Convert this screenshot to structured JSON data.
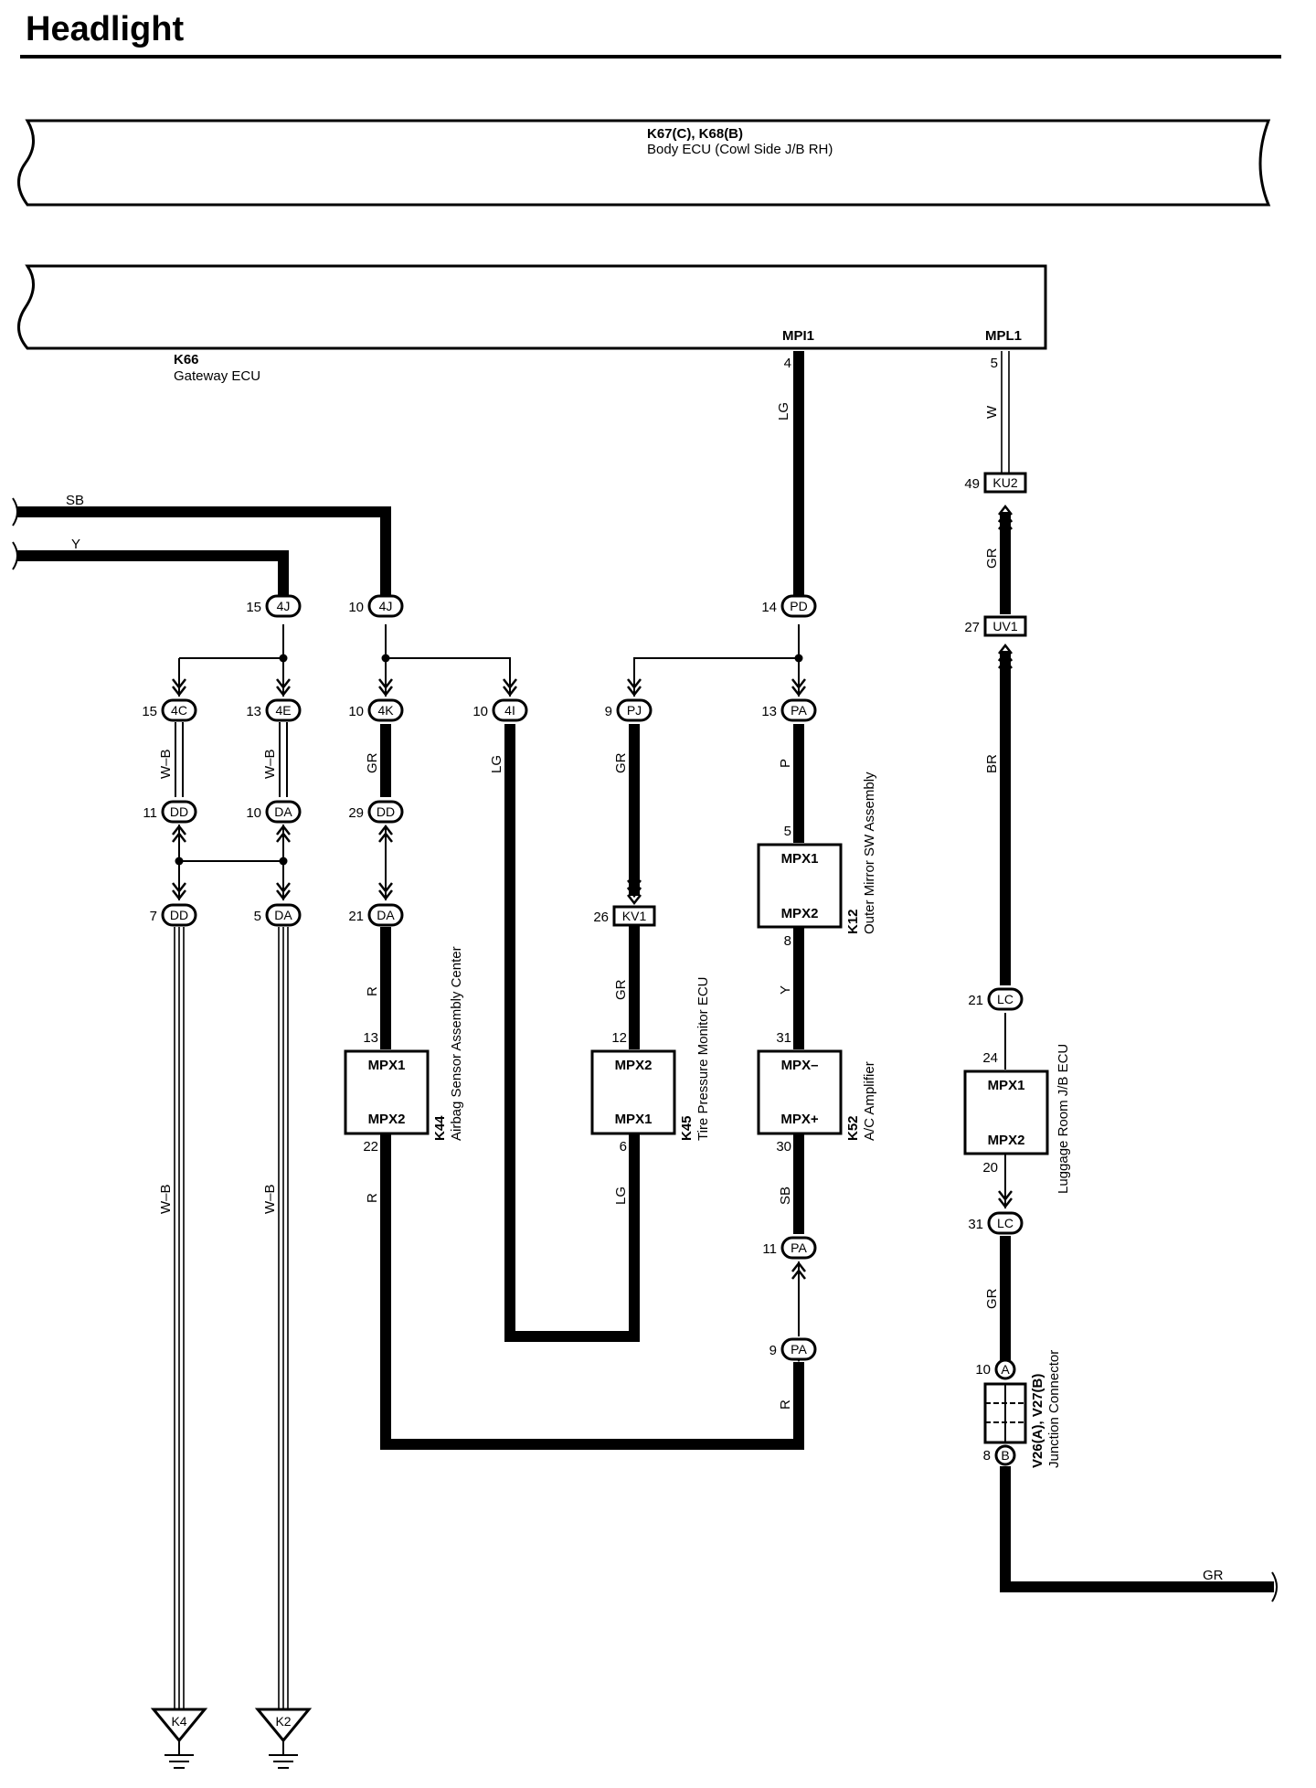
{
  "title": "Headlight",
  "ecus": {
    "body": {
      "code": "K67(C), K68(B)",
      "name": "Body ECU (Cowl Side J/B RH)"
    },
    "gateway": {
      "code": "K66",
      "name": "Gateway ECU",
      "pins": {
        "mpi1": "MPI1",
        "mpl1": "MPL1"
      }
    }
  },
  "wire_colors": {
    "sb": "SB",
    "y": "Y",
    "lg": "LG",
    "w": "W",
    "gr": "GR",
    "wb": "W–B",
    "p": "P",
    "r": "R",
    "br": "BR"
  },
  "connectors": {
    "c4j": "4J",
    "c4c": "4C",
    "c4e": "4E",
    "c4k": "4K",
    "c4i": "4I",
    "cdd": "DD",
    "cda": "DA",
    "cpd": "PD",
    "cpj": "PJ",
    "cpa": "PA",
    "ckv1": "KV1",
    "cku2": "KU2",
    "cuv1": "UV1",
    "clc": "LC",
    "ca": "A",
    "cb": "B"
  },
  "pins": {
    "p4": "4",
    "p5": "5",
    "p49": "49",
    "p27": "27",
    "p15": "15",
    "p10": "10",
    "p14": "14",
    "p13": "13",
    "p9": "9",
    "p11": "11",
    "p29": "29",
    "p7": "7",
    "p21": "21",
    "p26": "26",
    "p8": "8",
    "p12": "12",
    "p31": "31",
    "p22": "22",
    "p6": "6",
    "p30": "30",
    "p24": "24",
    "p20": "20"
  },
  "components": {
    "k44": {
      "code": "K44",
      "name": "Airbag Sensor Assembly Center",
      "pin_top": "MPX1",
      "pin_bottom": "MPX2"
    },
    "k45": {
      "code": "K45",
      "name": "Tire Pressure Monitor ECU",
      "pin_top": "MPX2",
      "pin_bottom": "MPX1"
    },
    "k12": {
      "code": "K12",
      "name": "Outer Mirror SW Assembly",
      "pin_top": "MPX1",
      "pin_bottom": "MPX2"
    },
    "k52": {
      "code": "K52",
      "name": "A/C Amplifier",
      "pin_top": "MPX–",
      "pin_bottom": "MPX+"
    },
    "luggage": {
      "name": "Luggage Room J/B ECU",
      "pin_top": "MPX1",
      "pin_bottom": "MPX2"
    },
    "junction": {
      "code": "V26(A), V27(B)",
      "name": "Junction Connector"
    }
  },
  "grounds": {
    "k4": "K4",
    "k2": "K2"
  }
}
